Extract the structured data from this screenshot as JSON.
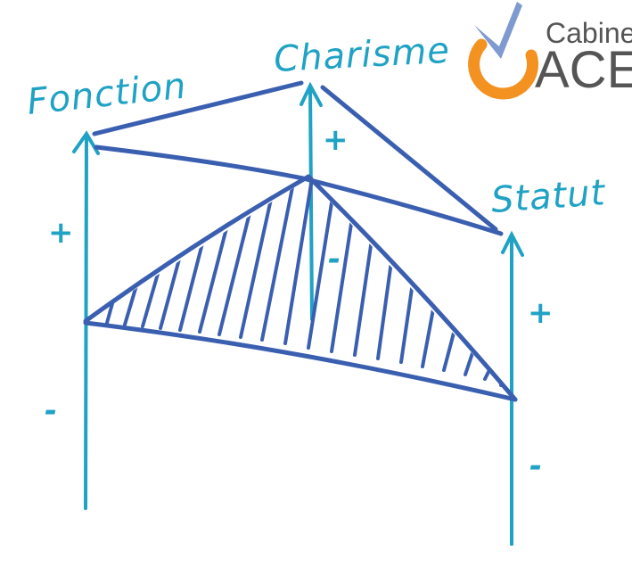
{
  "axes": [
    {
      "id": "fonction",
      "label": "Fonction",
      "plus": "+",
      "minus": "-"
    },
    {
      "id": "charisme",
      "label": "Charisme",
      "plus": "+",
      "minus": "-"
    },
    {
      "id": "statut",
      "label": "Statut",
      "plus": "+",
      "minus": "-"
    }
  ],
  "logo": {
    "line1": "Cabinet",
    "line2": "ACE"
  },
  "colors": {
    "axis": "#1fa2c4",
    "shape": "#3b5fb0",
    "logo_orange": "#f39221",
    "logo_blue": "#7f9ad1",
    "logo_text": "#555555"
  }
}
